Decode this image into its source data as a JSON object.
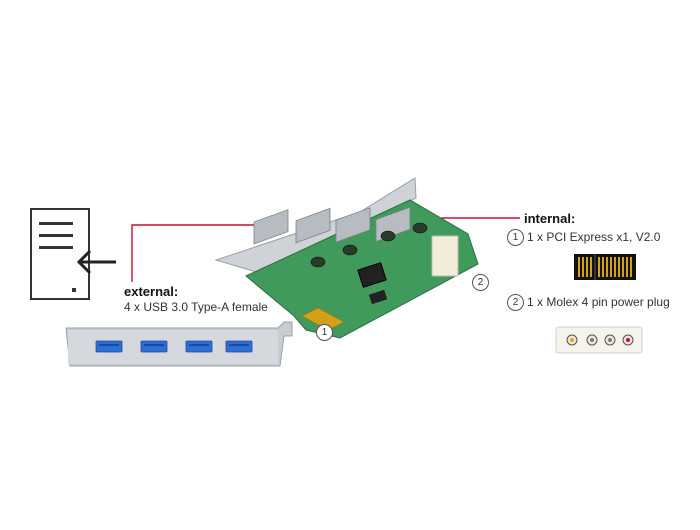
{
  "external": {
    "title": "external:",
    "description": "4 x USB 3.0 Type-A female"
  },
  "internal": {
    "title": "internal:",
    "items": [
      {
        "number": "1",
        "label": "1 x PCI Express x1, V2.0"
      },
      {
        "number": "2",
        "label": "1 x Molex 4 pin power plug"
      }
    ]
  },
  "board_markers": [
    "1",
    "2"
  ],
  "colors": {
    "callout_line": "#c8102e",
    "pcb_green": "#3f9a5c",
    "usb_blue": "#2f6fd3",
    "bracket_silver": "#c9cdd2",
    "gold_contacts": "#d4a017"
  },
  "icons": [
    "document-icon",
    "arrow-left-icon"
  ]
}
